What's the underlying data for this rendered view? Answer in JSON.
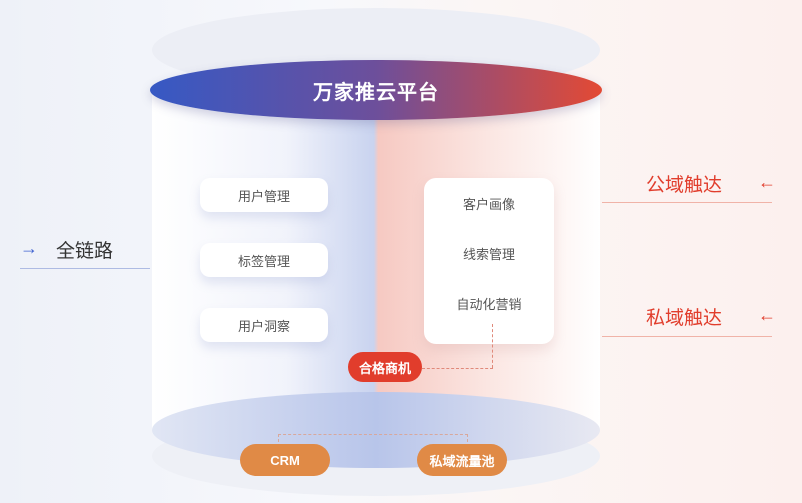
{
  "platform": {
    "title": "万家推云平台"
  },
  "left_column": {
    "items": [
      "用户管理",
      "标签管理",
      "用户洞察"
    ]
  },
  "right_column": {
    "items": [
      "客户画像",
      "线索管理",
      "自动化营销"
    ]
  },
  "badges": {
    "qualified": "合格商机",
    "crm": "CRM",
    "private_pool": "私域流量池"
  },
  "side": {
    "left_label": "全链路",
    "right_top_label": "公域触达",
    "right_bottom_label": "私域触达",
    "left_arrow": "→",
    "right_arrow": "←"
  },
  "colors": {
    "blue": "#3659c4",
    "red": "#e13d2c",
    "orange": "#e08a46"
  }
}
